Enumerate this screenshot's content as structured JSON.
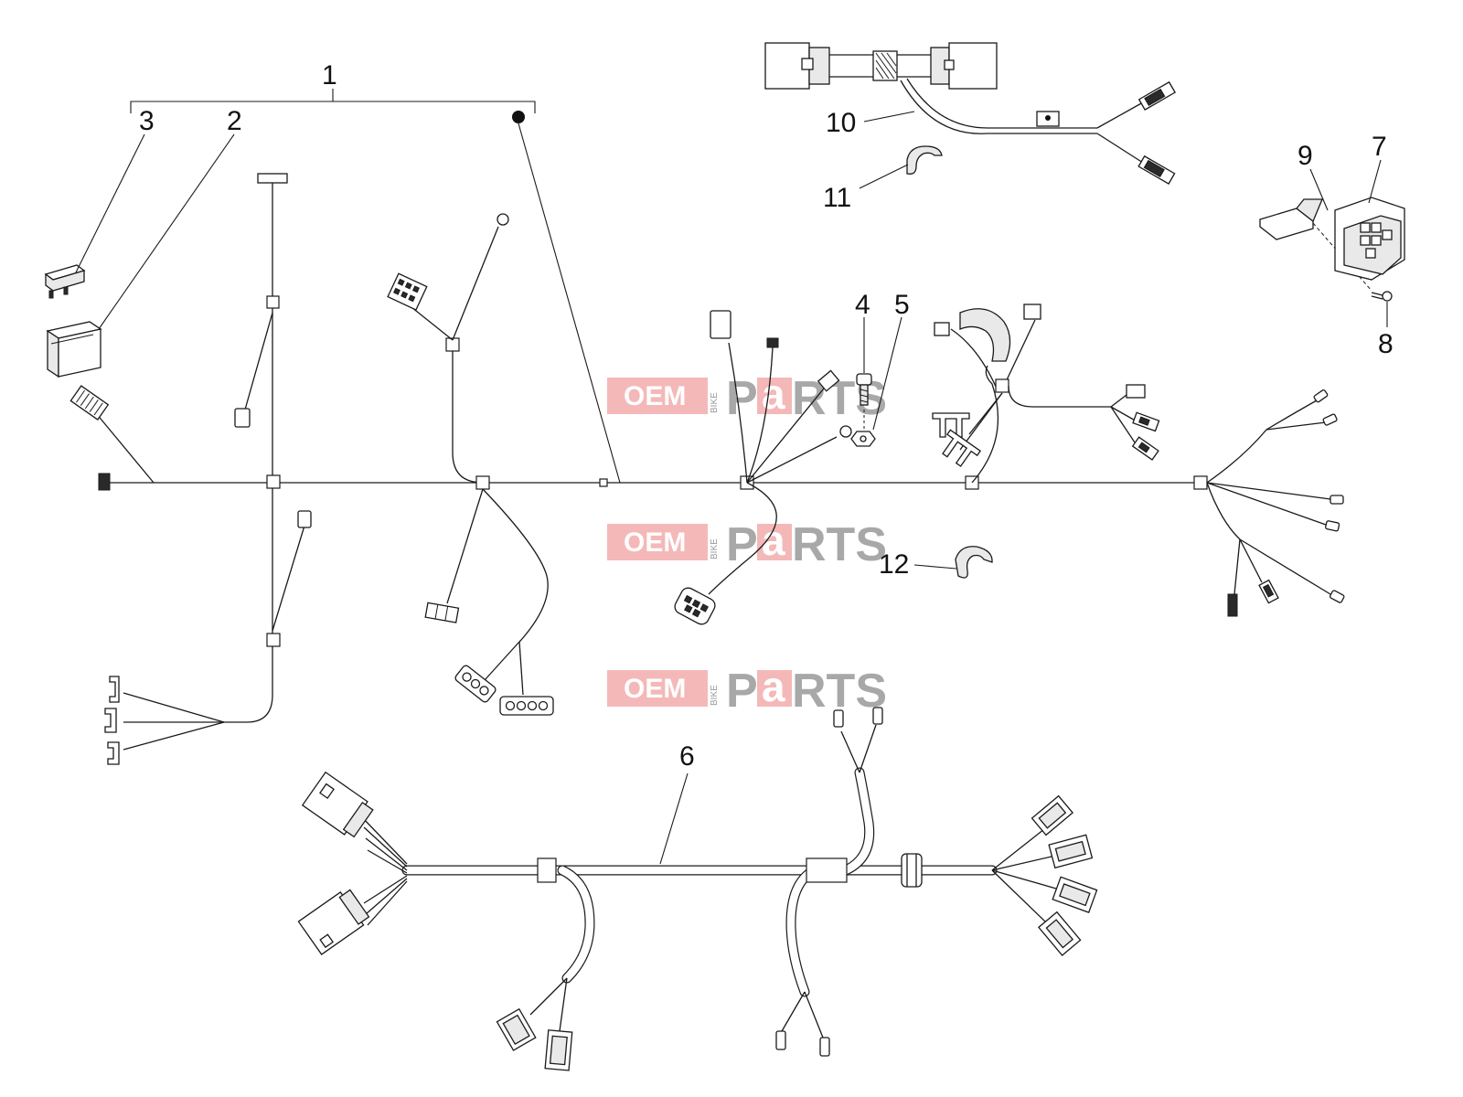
{
  "callouts": {
    "c1": "1",
    "c2": "2",
    "c3": "3",
    "c4": "4",
    "c5": "5",
    "c6": "6",
    "c7": "7",
    "c8": "8",
    "c9": "9",
    "c10": "10",
    "c11": "11",
    "c12": "12"
  },
  "watermark": {
    "oem": "OEM",
    "bike": "BIKE",
    "p": "P",
    "a": "a",
    "rts": "RTS"
  },
  "colors": {
    "line": "#1a1a1a",
    "watermark_red": "#f2b3b3",
    "watermark_grey": "#a8a8a8"
  }
}
